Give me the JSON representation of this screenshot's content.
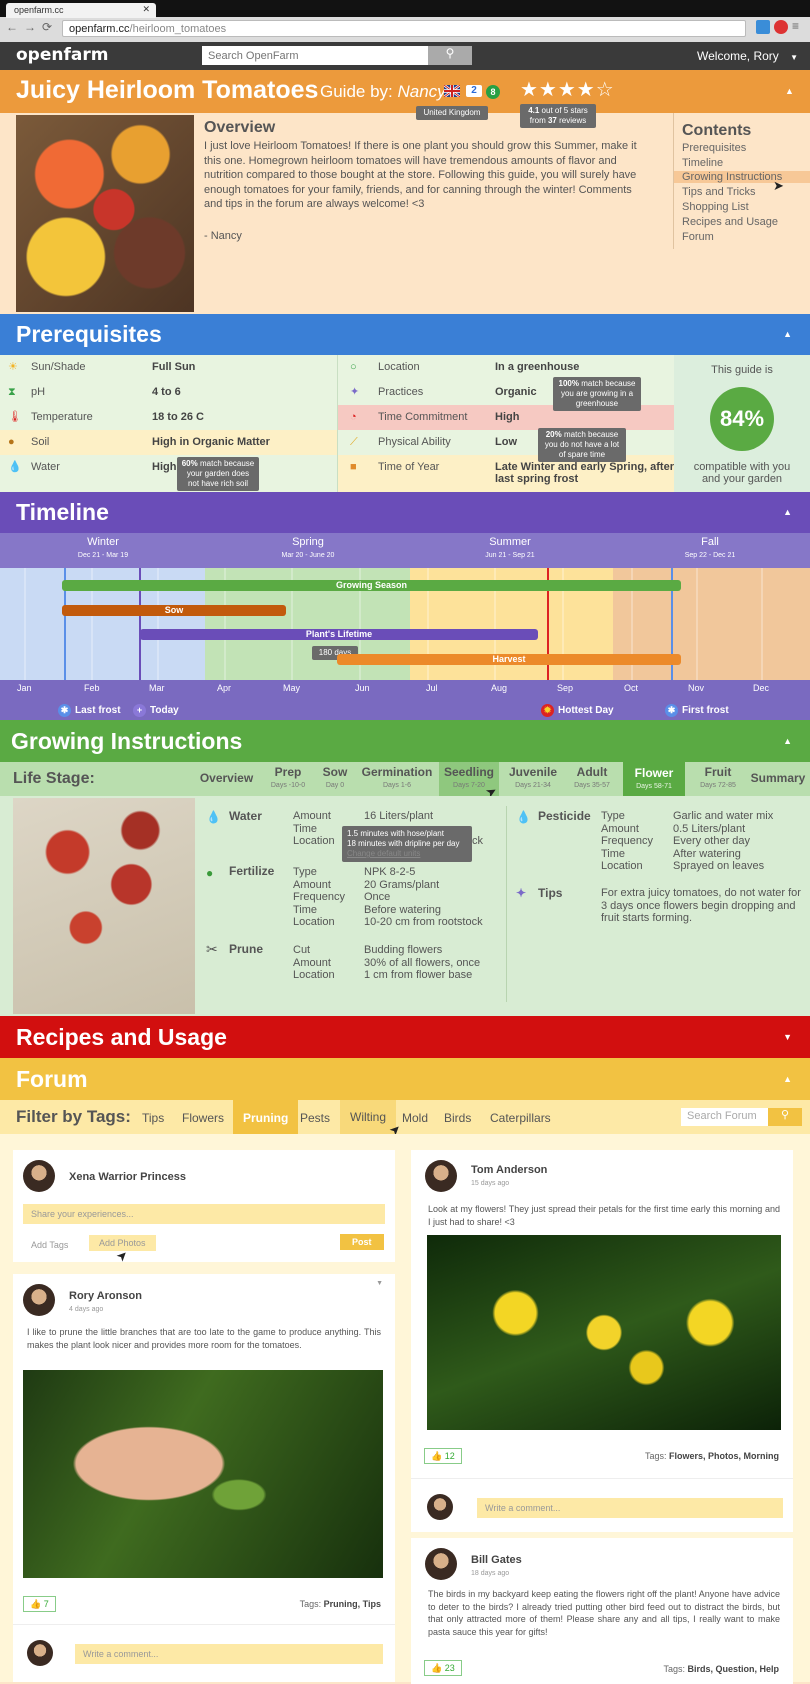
{
  "browser": {
    "tab_title": "openfarm.cc",
    "url_host": "openfarm.cc",
    "url_path": "/heirloom_tomatoes"
  },
  "site": {
    "logo": "openfarm",
    "search_placeholder": "Search OpenFarm",
    "welcome": "Welcome, Rory"
  },
  "guide": {
    "title": "Juicy Heirloom Tomatoes",
    "guide_by": "Guide by:",
    "author": "Nancy",
    "flag_tooltip": "United Kingdom",
    "badge1": "2",
    "badge2": "8",
    "stars": "★★★★☆",
    "rating_value": "4.1",
    "rating_line1": "out of 5 stars",
    "rating_line2_prefix": "from",
    "rating_count": "37",
    "rating_line2_suffix": "reviews"
  },
  "overview": {
    "heading": "Overview",
    "text": "I just love Heirloom Tomatoes! If there is one plant you should grow this Summer, make it this one. Homegrown heirloom tomatoes will have tremendous amounts of flavor and nutrition compared to those bought at the store. Following this guide, you will surely have enough tomatoes for your family, friends, and for canning through the winter! Comments and tips in the forum are always welcome! <3",
    "signature": "- Nancy"
  },
  "contents": {
    "heading": "Contents",
    "items": [
      "Prerequisites",
      "Timeline",
      "Growing Instructions",
      "Tips and Tricks",
      "Shopping List",
      "Recipes and Usage",
      "Forum"
    ]
  },
  "prereq": {
    "title": "Prerequisites",
    "left": [
      {
        "icon": "☀",
        "label": "Sun/Shade",
        "value": "Full Sun"
      },
      {
        "icon": "⧗",
        "label": "pH",
        "value": "4 to 6"
      },
      {
        "icon": "🌡",
        "label": "Temperature",
        "value": "18 to 26 C"
      },
      {
        "icon": "●",
        "label": "Soil",
        "value": "High in Organic Matter"
      },
      {
        "icon": "💧",
        "label": "Water",
        "value": "High"
      }
    ],
    "right": [
      {
        "icon": "○",
        "label": "Location",
        "value": "In a greenhouse"
      },
      {
        "icon": "✦",
        "label": "Practices",
        "value": "Organic"
      },
      {
        "icon": "◔",
        "label": "Time Commitment",
        "value": "High"
      },
      {
        "icon": "⟋",
        "label": "Physical Ability",
        "value": "Low"
      },
      {
        "icon": "■",
        "label": "Time of Year",
        "value": "Late Winter and early Spring, after last spring frost"
      }
    ],
    "tip_soil": {
      "pct": "60%",
      "text": "match because your garden does not have rich soil"
    },
    "tip_location": {
      "pct": "100%",
      "text": "match because you are growing in a greenhouse"
    },
    "tip_time": {
      "pct": "20%",
      "text": "match because you do not have a lot of spare time"
    },
    "compat_top": "This guide is",
    "compat_pct": "84%",
    "compat_bottom": "compatible with you and your garden"
  },
  "timeline": {
    "title": "Timeline",
    "seasons": [
      {
        "name": "Winter",
        "dates": "Dec 21 - Mar 19"
      },
      {
        "name": "Spring",
        "dates": "Mar 20 - June 20"
      },
      {
        "name": "Summer",
        "dates": "Jun 21 - Sep 21"
      },
      {
        "name": "Fall",
        "dates": "Sep 22 - Dec 21"
      }
    ],
    "months": [
      "Jan",
      "Feb",
      "Mar",
      "Apr",
      "May",
      "Jun",
      "Jul",
      "Aug",
      "Sep",
      "Oct",
      "Nov",
      "Dec"
    ],
    "bars": {
      "growing": "Growing Season",
      "sow": "Sow",
      "lifetime": "Plant's Lifetime",
      "days": "180 days",
      "harvest": "Harvest"
    },
    "markers": {
      "last_frost": "Last frost",
      "today": "Today",
      "hottest": "Hottest Day",
      "first_frost": "First frost"
    }
  },
  "growing": {
    "title": "Growing Instructions",
    "life_stage": "Life Stage:",
    "stages": [
      {
        "name": "Overview",
        "days": ""
      },
      {
        "name": "Prep",
        "days": "Days -10-0"
      },
      {
        "name": "Sow",
        "days": "Day 0"
      },
      {
        "name": "Germination",
        "days": "Days 1-6"
      },
      {
        "name": "Seedling",
        "days": "Days 7-20"
      },
      {
        "name": "Juvenile",
        "days": "Days 21-34"
      },
      {
        "name": "Adult",
        "days": "Days 35-57"
      },
      {
        "name": "Flower",
        "days": "Days 58-71"
      },
      {
        "name": "Fruit",
        "days": "Days 72-85"
      },
      {
        "name": "Summary",
        "days": ""
      }
    ],
    "water": {
      "head": "Water",
      "labels": [
        "Amount",
        "Time",
        "Location"
      ],
      "amount": "16 Liters/plant",
      "loc_tail": "ck",
      "tip_line1": "1.5 minutes with hose/plant",
      "tip_line2": "18 minutes with dripline per day",
      "tip_link": "Change default units"
    },
    "fertilize": {
      "head": "Fertilize",
      "labels": [
        "Type",
        "Amount",
        "Frequency",
        "Time",
        "Location"
      ],
      "values": [
        "NPK 8-2-5",
        "20 Grams/plant",
        "Once",
        "Before watering",
        "10-20 cm from rootstock"
      ]
    },
    "prune": {
      "head": "Prune",
      "labels": [
        "Cut",
        "Amount",
        "Location"
      ],
      "values": [
        "Budding flowers",
        "30% of all flowers, once",
        "1 cm from flower base"
      ]
    },
    "pesticide": {
      "head": "Pesticide",
      "labels": [
        "Type",
        "Amount",
        "Frequency",
        "Time",
        "Location"
      ],
      "values": [
        "Garlic and water mix",
        "0.5 Liters/plant",
        "Every other day",
        "After watering",
        "Sprayed on leaves"
      ]
    },
    "tips": {
      "head": "Tips",
      "text": "For extra juicy tomatoes, do not water for 3 days once flowers begin dropping and fruit starts forming."
    }
  },
  "recipes": {
    "title": "Recipes and Usage"
  },
  "forum": {
    "title": "Forum",
    "filter_label": "Filter by Tags:",
    "tags": [
      "Tips",
      "Flowers",
      "Pruning",
      "Pests",
      "Wilting",
      "Mold",
      "Birds",
      "Caterpillars"
    ],
    "search_placeholder": "Search Forum",
    "composer": {
      "name": "Xena Warrior Princess",
      "placeholder": "Share your experiences...",
      "add_tags": "Add Tags",
      "add_photos": "Add Photos",
      "post": "Post"
    },
    "posts": [
      {
        "name": "Rory Aronson",
        "ago": "4 days ago",
        "text": "I like to prune the little branches that are too late to the game to produce anything. This makes the plant look nicer and provides more room for the tomatoes.",
        "likes": "7",
        "tags_label": "Tags:",
        "tags": "Pruning, Tips",
        "comment": "Write a comment..."
      },
      {
        "name": "Tom Anderson",
        "ago": "15 days ago",
        "text": "Look at my flowers! They just spread their petals for the first time early this morning and I just had to share! <3",
        "likes": "12",
        "tags_label": "Tags:",
        "tags": "Flowers, Photos, Morning",
        "comment": "Write a comment..."
      },
      {
        "name": "Bill Gates",
        "ago": "18 days ago",
        "text": "The birds in my backyard keep eating the flowers right off the plant! Anyone have advice to deter to the birds? I already tried putting other bird feed out to distract the birds, but that only attracted more of them! Please share any and all tips, I really want to make pasta sauce this year for gifts!",
        "likes": "23",
        "tags_label": "Tags:",
        "tags": "Birds, Question, Help"
      }
    ]
  }
}
